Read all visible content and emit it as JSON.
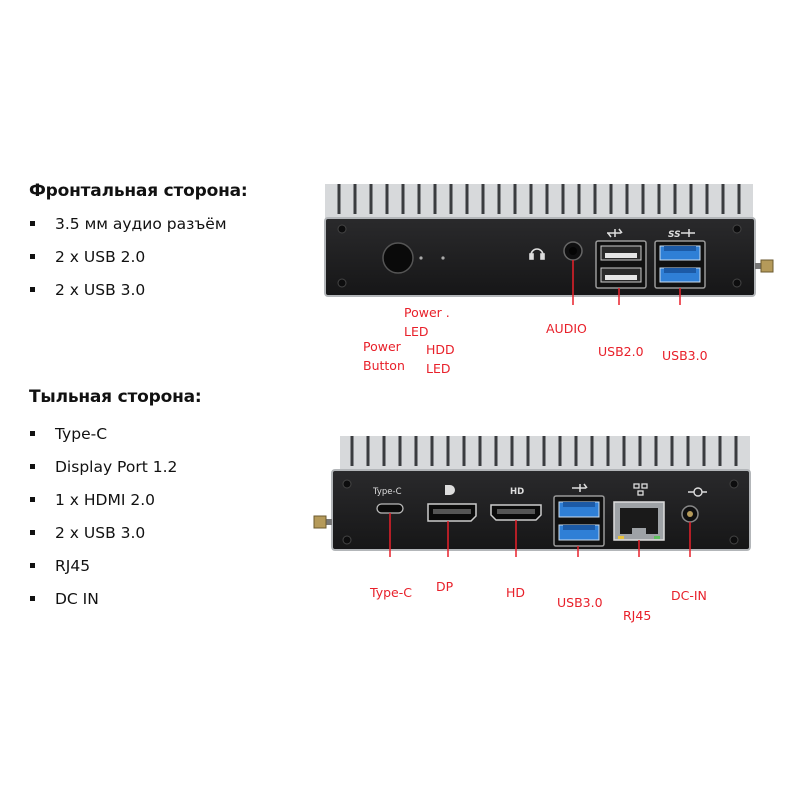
{
  "front": {
    "heading": "Фронтальная сторона:",
    "items": [
      "3.5 мм аудио разъём",
      "2 x USB 2.0",
      "2 x USB 3.0"
    ],
    "labels": {
      "power_button": [
        "Power",
        "Button"
      ],
      "power_led": [
        "Power",
        "LED"
      ],
      "hdd_led": [
        "HDD",
        "LED"
      ],
      "audio": "AUDIO",
      "usb2": "USB2.0",
      "usb3": "USB3.0"
    },
    "usb3_port_marking": "SS"
  },
  "back": {
    "heading": "Тыльная сторона:",
    "items": [
      "Type-C",
      "Display Port 1.2",
      "1 x HDMI 2.0",
      "2 x USB 3.0",
      "RJ45",
      "DC IN"
    ],
    "port_markings": {
      "typec": "Type-C",
      "hd": "HD"
    },
    "labels": {
      "typec": "Type-C",
      "dp": "DP",
      "hd": "HD",
      "usb3": "USB3.0",
      "rj45": "RJ45",
      "dcin": "DC-IN"
    }
  },
  "colors": {
    "label_red": "#e8202a",
    "usb3_blue": "#2f7fd6",
    "chassis": "#1f1f21",
    "fin": "#8d9195"
  }
}
